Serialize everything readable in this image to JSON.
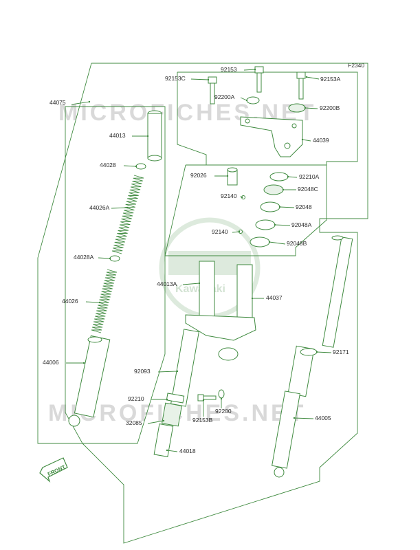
{
  "figure_code": "F2340",
  "front_label": "FRONT",
  "watermark": {
    "text": "MICROFICHES.NET",
    "logo_text": "Kawasaki"
  },
  "colors": {
    "line": "#3f8a3f",
    "label": "#2b2b2b",
    "watermark": "#d9d9d9"
  },
  "labels": [
    "44075",
    "92153C",
    "92153",
    "92153A",
    "92200A",
    "92200B",
    "44039",
    "44013",
    "44028",
    "44026A",
    "44028A",
    "44026",
    "44006",
    "92026",
    "92210A",
    "92048C",
    "92140",
    "92048",
    "92140",
    "92048A",
    "92048B",
    "44013A",
    "44037",
    "92093",
    "92210",
    "32085",
    "92153B",
    "92200",
    "44018",
    "92171",
    "44005"
  ]
}
